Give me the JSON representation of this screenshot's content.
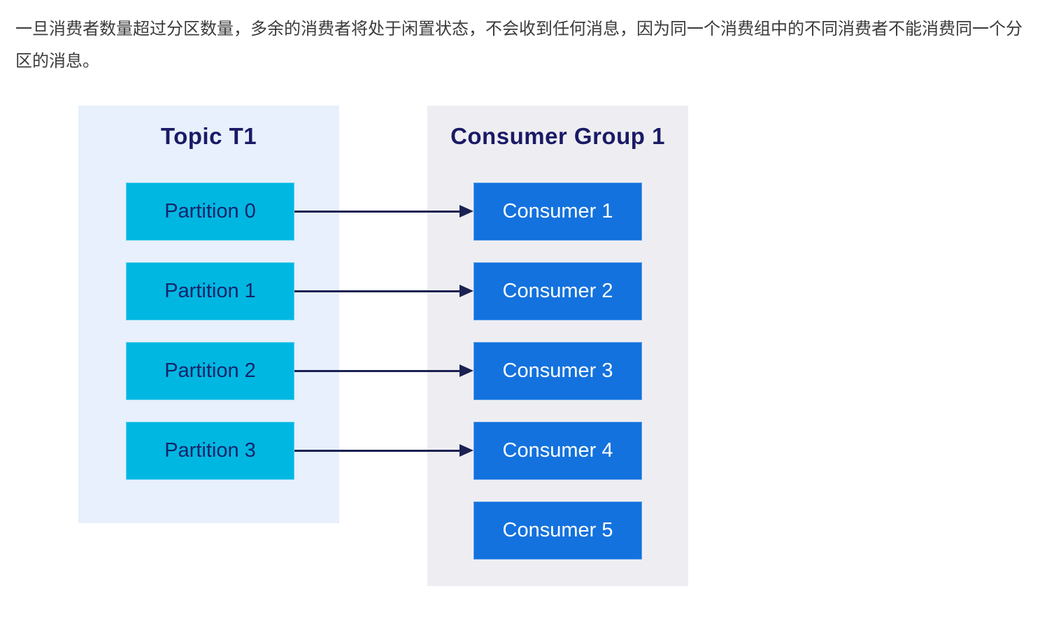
{
  "intro": {
    "text": "一旦消费者数量超过分区数量，多余的消费者将处于闲置状态，不会收到任何消息，因为同一个消费组中的不同消费者不能消费同一个分区的消息。"
  },
  "diagram": {
    "topic": {
      "title": "Topic T1",
      "partitions": [
        {
          "label": "Partition 0"
        },
        {
          "label": "Partition 1"
        },
        {
          "label": "Partition 2"
        },
        {
          "label": "Partition 3"
        }
      ]
    },
    "consumer_group": {
      "title": "Consumer Group 1",
      "consumers": [
        {
          "label": "Consumer 1"
        },
        {
          "label": "Consumer 2"
        },
        {
          "label": "Consumer 3"
        },
        {
          "label": "Consumer 4"
        },
        {
          "label": "Consumer 5"
        }
      ]
    },
    "connections": [
      {
        "from": "Partition 0",
        "to": "Consumer 1"
      },
      {
        "from": "Partition 1",
        "to": "Consumer 2"
      },
      {
        "from": "Partition 2",
        "to": "Consumer 3"
      },
      {
        "from": "Partition 3",
        "to": "Consumer 4"
      }
    ],
    "idle_consumers": [
      "Consumer 5"
    ],
    "colors": {
      "topic_panel_bg": "#E7F0FC",
      "consumer_panel_bg": "#EEEEF2",
      "partition_box_bg": "#00B7E2",
      "consumer_box_bg": "#1372DE",
      "partition_text": "#142468",
      "consumer_text": "#FFFFFF",
      "title_text": "#1A1A66",
      "arrow": "#1B2152"
    }
  }
}
